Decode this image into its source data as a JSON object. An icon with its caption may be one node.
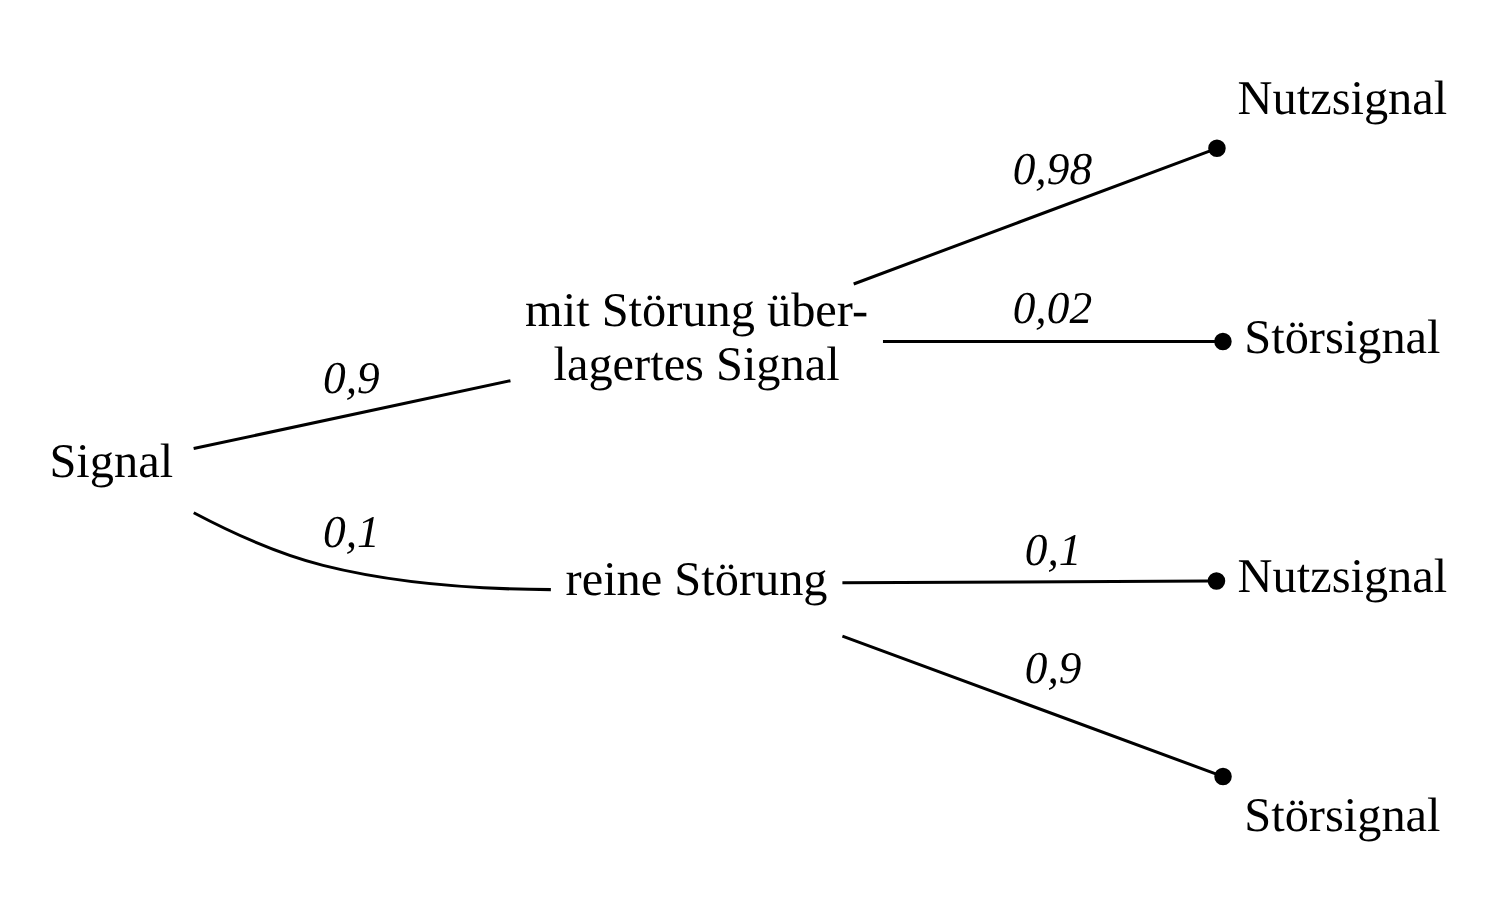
{
  "diagram": {
    "nodes": [
      {
        "text": [
          "Signal"
        ]
      },
      {
        "text": [
          "mit Störung über- lagertes Signal"
        ]
      },
      {
        "text": [
          "reine Störung"
        ]
      },
      {
        "text": [
          "Nutzsignal"
        ]
      },
      {
        "text": [
          "Störsignal"
        ]
      },
      {
        "text": [
          "Nutzsignal"
        ]
      },
      {
        "text": [
          "Störsignal"
        ]
      }
    ],
    "edges": [
      {
        "from": 0,
        "to": 1,
        "arrow": "none",
        "label": "0,9"
      },
      {
        "from": 0,
        "to": 2,
        "arrow": "none",
        "label": "0,1"
      },
      {
        "from": 1,
        "to": 3,
        "arrow": "other",
        "label": "0,98"
      },
      {
        "from": 1,
        "to": 4,
        "arrow": "other",
        "label": "0,02"
      },
      {
        "from": 2,
        "to": 5,
        "arrow": "other",
        "label": "0,1"
      },
      {
        "from": 2,
        "to": 6,
        "arrow": "other",
        "label": "0,9"
      }
    ]
  }
}
